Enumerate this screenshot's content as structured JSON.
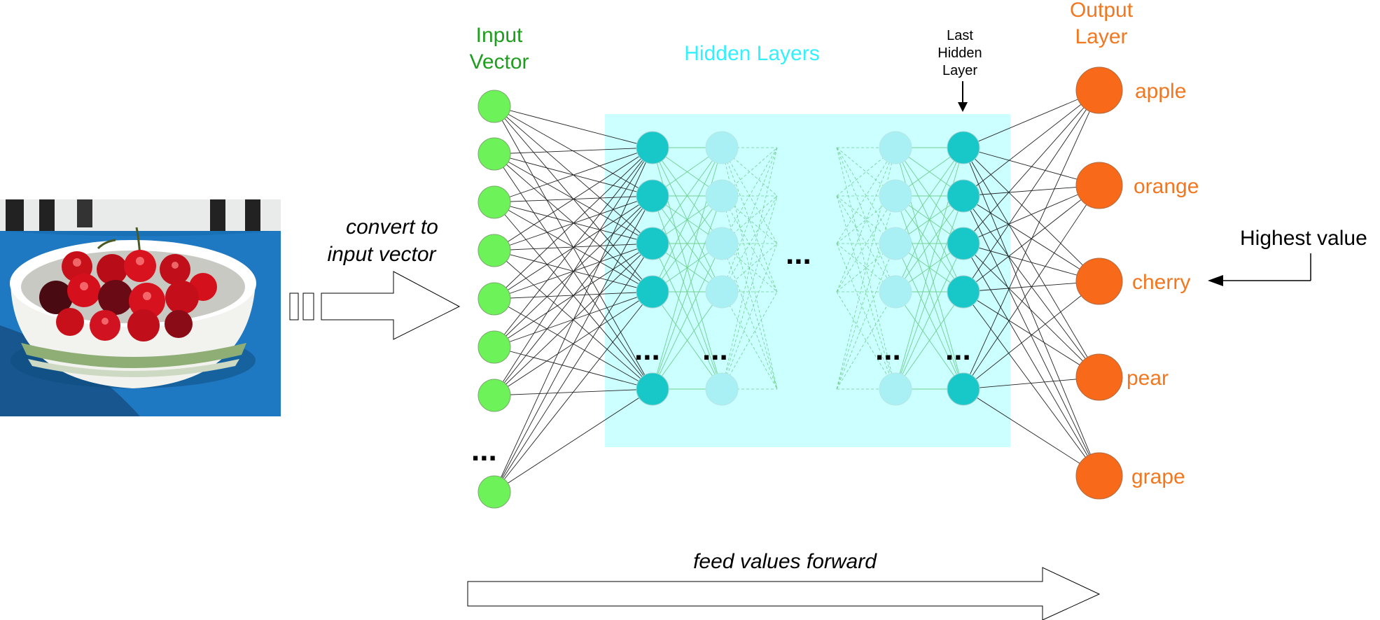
{
  "input_layer": {
    "title_line1": "Input",
    "title_line2": "Vector",
    "color": "#1e9e1e",
    "node_fill": "#6ef25a"
  },
  "hidden_layers": {
    "title": "Hidden Layers",
    "title_color": "#33f0ff",
    "box_fill": "#ccffff",
    "dark_node": "#18c8c8",
    "light_node": "#a9f0f5"
  },
  "last_hidden": {
    "line1": "Last",
    "line2": "Hidden",
    "line3": "Layer"
  },
  "output_layer": {
    "title_line1": "Output",
    "title_line2": "Layer",
    "color": "#f27721",
    "node_fill": "#f8691a",
    "labels": [
      "apple",
      "orange",
      "cherry",
      "pear",
      "grape"
    ]
  },
  "convert": {
    "line1": "convert to",
    "line2": "input vector"
  },
  "feed_forward": {
    "label": "feed values forward"
  },
  "highest_value": {
    "label": "Highest value"
  },
  "ellipsis": "...",
  "photo": {
    "subject": "bowl of cherries"
  }
}
